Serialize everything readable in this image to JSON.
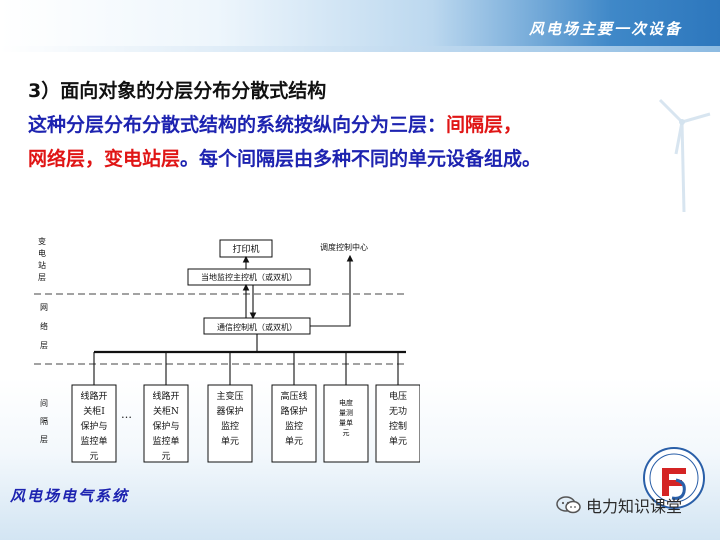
{
  "header": {
    "title": "风电场主要一次设备"
  },
  "body": {
    "line1": "3）面向对象的分层分布分散式结构",
    "line2_blue": "这种分层分布分散式结构的系统按纵向分为三层：",
    "line2_red": "间隔层，",
    "line3_red": "网络层，变电站层",
    "line3_blue": "。每个间隔层由多种不同的单元设备组成。"
  },
  "diagram": {
    "layers": {
      "station": [
        "变",
        "电",
        "站",
        "层"
      ],
      "network": [
        "网",
        "络",
        "层"
      ],
      "bay": [
        "间",
        "隔",
        "层"
      ]
    },
    "printer": "打印机",
    "dispatch": "调度控制中心",
    "local_monitor": "当地监控主控机（或双机）",
    "comm_controller": "通信控制机（或双机）",
    "ellipsis": "…",
    "units": [
      [
        "线路开",
        "关柜I",
        "保护与",
        "监控单",
        "元"
      ],
      [
        "线路开",
        "关柜N",
        "保护与",
        "监控单",
        "元"
      ],
      [
        "主变压",
        "器保护",
        "监控",
        "单元"
      ],
      [
        "高压线",
        "路保护",
        "监控",
        "单元"
      ],
      [
        "电度",
        "量测",
        "量单",
        "元"
      ],
      [
        "电压",
        "无功",
        "控制",
        "单元"
      ]
    ]
  },
  "footer": {
    "left_title": "风电场电气系统",
    "watermark": "电力知识课堂"
  },
  "colors": {
    "blue_text": "#1d23b0",
    "red_text": "#e01515",
    "band_blue": "#2d77bd"
  },
  "icons": [
    "wind-turbine-icon",
    "university-logo-icon",
    "wechat-icon"
  ]
}
